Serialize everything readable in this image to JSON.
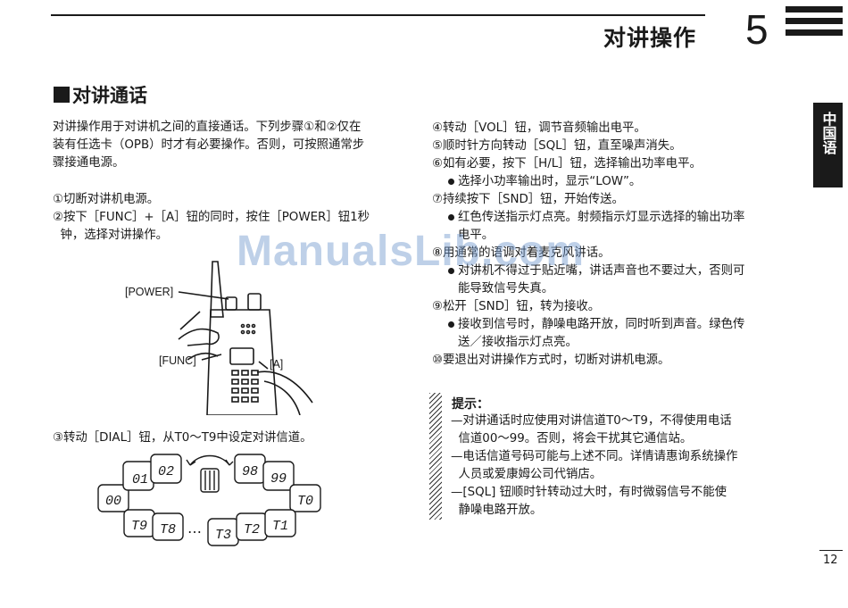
{
  "header": {
    "chapter_title": "对讲操作",
    "chapter_number": "5",
    "language_tab": "中国语"
  },
  "section": {
    "title": "对讲通话"
  },
  "left": {
    "intro": [
      "对讲操作用于对讲机之间的直接通话。下列步骤①和②仅在",
      "装有任选卡（OPB）时才有必要操作。否则，可按照通常步",
      "骤接通电源。"
    ],
    "steps": [
      "①切断对讲机电源。",
      "②按下［FUNC］+［A］钮的同时，按住［POWER］钮1秒",
      "  钟，选择对讲操作。"
    ],
    "figure_labels": {
      "power": "[POWER]",
      "func": "[FUNC]",
      "a": "[A]"
    },
    "step3": "③转动［DIAL］钮，从T0～T9中设定对讲信道。",
    "channels": [
      "01",
      "02",
      "98",
      "99",
      "00",
      "T0",
      "T9",
      "T8",
      "T3",
      "T2",
      "T1"
    ],
    "ellipsis": "…"
  },
  "right": {
    "steps": [
      {
        "text": "④转动［VOL］钮，调节音频输出电平。",
        "bullet": false
      },
      {
        "text": "⑤顺时针方向转动［SQL］钮，直至噪声消失。",
        "bullet": false
      },
      {
        "text": "⑥如有必要，按下［H/L］钮，选择输出功率电平。",
        "bullet": false
      },
      {
        "text": "选择小功率输出时，显示“LOW”。",
        "bullet": true
      },
      {
        "text": "⑦持续按下［SND］钮，开始传送。",
        "bullet": false
      },
      {
        "text": "红色传送指示灯点亮。射频指示灯显示选择的输出功率",
        "bullet": true
      },
      {
        "text": "电平。",
        "bullet": false,
        "indent": true
      },
      {
        "text": "⑧用通常的语调对着麦克风讲话。",
        "bullet": false
      },
      {
        "text": "对讲机不得过于贴近嘴，讲话声音也不要过大，否则可",
        "bullet": true
      },
      {
        "text": "能导致信号失真。",
        "bullet": false,
        "indent": true
      },
      {
        "text": "⑨松开［SND］钮，转为接收。",
        "bullet": false
      },
      {
        "text": "接收到信号时，静噪电路开放，同时听到声音。绿色传",
        "bullet": true
      },
      {
        "text": "送／接收指示灯点亮。",
        "bullet": false,
        "indent": true
      },
      {
        "text": "⑩要退出对讲操作方式时，切断对讲机电源。",
        "bullet": false
      }
    ],
    "hint": {
      "title": "提示：",
      "lines": [
        "—对讲通话时应使用对讲信道T0～T9，不得使用电话",
        "  信道00～99。否则，将会干扰其它通信站。",
        "—电话信道号码可能与上述不同。详情请惠询系统操作",
        "  人员或爱康姆公司代销店。",
        "—[SQL] 钮顺时针转动过大时，有时微弱信号不能使",
        "  静噪电路开放。"
      ]
    }
  },
  "footer": {
    "page_number": "12"
  },
  "watermark": "ManualsLib.com"
}
